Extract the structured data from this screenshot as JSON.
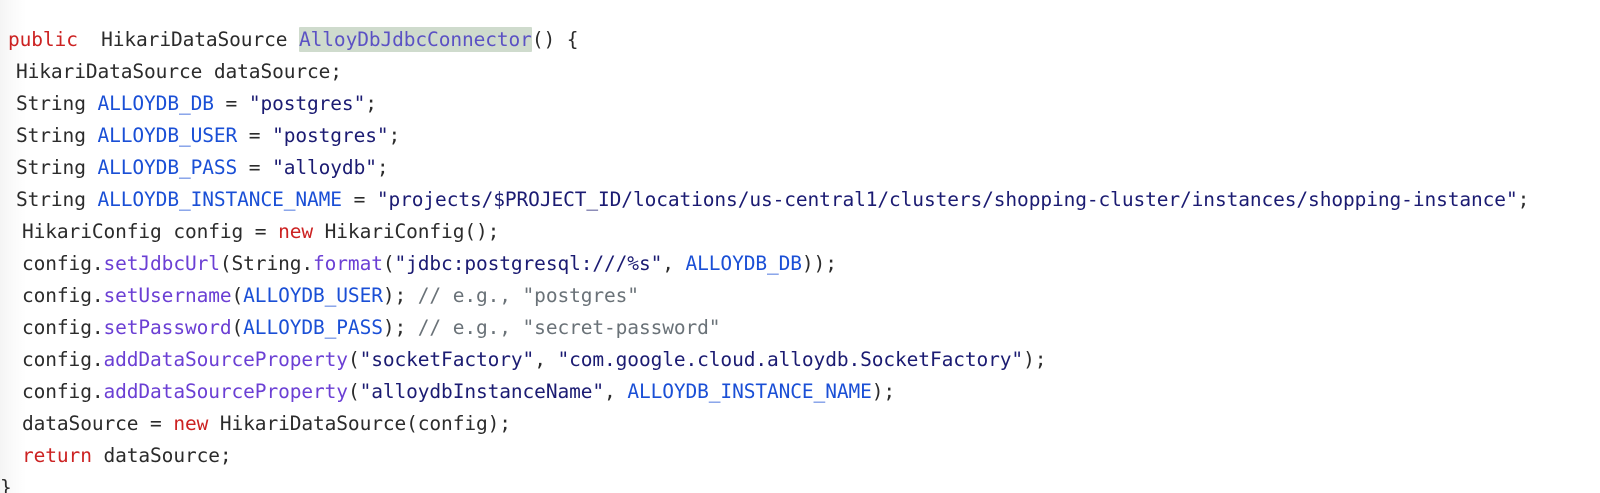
{
  "editor": {
    "language": "java",
    "background_color": "#ffffff",
    "highlight_background_color": "#cfdbcd",
    "colors": {
      "plain": "#2b2b2b",
      "keyword": "#cc2222",
      "constant": "#1a4fd6",
      "method": "#6b3fd4",
      "string": "#1b1b72",
      "comment": "#6a7278",
      "highlight_text": "#5b51c4"
    }
  },
  "code": {
    "lines": [
      {
        "indent": 0,
        "tokens": [
          {
            "t": "keyword",
            "s": "public"
          },
          {
            "t": "plain",
            "s": "  "
          },
          {
            "t": "type",
            "s": "HikariDataSource "
          },
          {
            "t": "highlight",
            "s": "AlloyDbJdbcConnector"
          },
          {
            "t": "plain",
            "s": "() {"
          }
        ]
      },
      {
        "indent": 1,
        "tokens": [
          {
            "t": "plain",
            "s": "HikariDataSource dataSource;"
          }
        ]
      },
      {
        "indent": 1,
        "tokens": [
          {
            "t": "plain",
            "s": "String "
          },
          {
            "t": "const",
            "s": "ALLOYDB_DB"
          },
          {
            "t": "plain",
            "s": " = "
          },
          {
            "t": "string",
            "s": "\"postgres\""
          },
          {
            "t": "plain",
            "s": ";"
          }
        ]
      },
      {
        "indent": 1,
        "tokens": [
          {
            "t": "plain",
            "s": "String "
          },
          {
            "t": "const",
            "s": "ALLOYDB_USER"
          },
          {
            "t": "plain",
            "s": " = "
          },
          {
            "t": "string",
            "s": "\"postgres\""
          },
          {
            "t": "plain",
            "s": ";"
          }
        ]
      },
      {
        "indent": 1,
        "tokens": [
          {
            "t": "plain",
            "s": "String "
          },
          {
            "t": "const",
            "s": "ALLOYDB_PASS"
          },
          {
            "t": "plain",
            "s": " = "
          },
          {
            "t": "string",
            "s": "\"alloydb\""
          },
          {
            "t": "plain",
            "s": ";"
          }
        ]
      },
      {
        "indent": 1,
        "tokens": [
          {
            "t": "plain",
            "s": "String "
          },
          {
            "t": "const",
            "s": "ALLOYDB_INSTANCE_NAME"
          },
          {
            "t": "plain",
            "s": " = "
          },
          {
            "t": "string",
            "s": "\"projects/$PROJECT_ID/locations/us-central1/clusters/shopping-cluster/instances/shopping-instance\""
          },
          {
            "t": "plain",
            "s": ";"
          }
        ]
      },
      {
        "indent": 2,
        "tokens": [
          {
            "t": "plain",
            "s": "HikariConfig config = "
          },
          {
            "t": "keyword",
            "s": "new"
          },
          {
            "t": "plain",
            "s": " HikariConfig();"
          }
        ]
      },
      {
        "indent": 2,
        "tokens": [
          {
            "t": "plain",
            "s": "config."
          },
          {
            "t": "method",
            "s": "setJdbcUrl"
          },
          {
            "t": "plain",
            "s": "(String."
          },
          {
            "t": "method",
            "s": "format"
          },
          {
            "t": "plain",
            "s": "("
          },
          {
            "t": "string",
            "s": "\"jdbc:postgresql:///%s\""
          },
          {
            "t": "plain",
            "s": ", "
          },
          {
            "t": "const",
            "s": "ALLOYDB_DB"
          },
          {
            "t": "plain",
            "s": "));"
          }
        ]
      },
      {
        "indent": 2,
        "tokens": [
          {
            "t": "plain",
            "s": "config."
          },
          {
            "t": "method",
            "s": "setUsername"
          },
          {
            "t": "plain",
            "s": "("
          },
          {
            "t": "const",
            "s": "ALLOYDB_USER"
          },
          {
            "t": "plain",
            "s": "); "
          },
          {
            "t": "comment",
            "s": "// e.g., \"postgres\""
          }
        ]
      },
      {
        "indent": 2,
        "tokens": [
          {
            "t": "plain",
            "s": "config."
          },
          {
            "t": "method",
            "s": "setPassword"
          },
          {
            "t": "plain",
            "s": "("
          },
          {
            "t": "const",
            "s": "ALLOYDB_PASS"
          },
          {
            "t": "plain",
            "s": "); "
          },
          {
            "t": "comment",
            "s": "// e.g., \"secret-password\""
          }
        ]
      },
      {
        "indent": 2,
        "tokens": [
          {
            "t": "plain",
            "s": "config."
          },
          {
            "t": "method",
            "s": "addDataSourceProperty"
          },
          {
            "t": "plain",
            "s": "("
          },
          {
            "t": "string",
            "s": "\"socketFactory\""
          },
          {
            "t": "plain",
            "s": ", "
          },
          {
            "t": "string",
            "s": "\"com.google.cloud.alloydb.SocketFactory\""
          },
          {
            "t": "plain",
            "s": ");"
          }
        ]
      },
      {
        "indent": 2,
        "tokens": [
          {
            "t": "plain",
            "s": "config."
          },
          {
            "t": "method",
            "s": "addDataSourceProperty"
          },
          {
            "t": "plain",
            "s": "("
          },
          {
            "t": "string",
            "s": "\"alloydbInstanceName\""
          },
          {
            "t": "plain",
            "s": ", "
          },
          {
            "t": "const",
            "s": "ALLOYDB_INSTANCE_NAME"
          },
          {
            "t": "plain",
            "s": ");"
          }
        ]
      },
      {
        "indent": 2,
        "tokens": [
          {
            "t": "plain",
            "s": "dataSource = "
          },
          {
            "t": "keyword",
            "s": "new"
          },
          {
            "t": "plain",
            "s": " HikariDataSource(config);"
          }
        ]
      },
      {
        "indent": 2,
        "tokens": [
          {
            "t": "keyword",
            "s": "return"
          },
          {
            "t": "plain",
            "s": " dataSource;"
          }
        ]
      },
      {
        "indent": -1,
        "tokens": [
          {
            "t": "plain",
            "s": "}"
          }
        ]
      }
    ]
  }
}
